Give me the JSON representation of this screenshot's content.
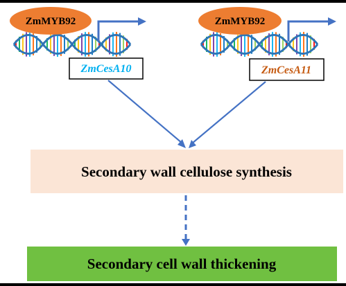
{
  "left_factor": {
    "label": "ZmMYB92",
    "color": "#ed7d31"
  },
  "right_factor": {
    "label": "ZmMYB92",
    "color": "#ed7d31"
  },
  "left_gene": {
    "label": "ZmCesA10",
    "color": "#00b0f0"
  },
  "right_gene": {
    "label": "ZmCesA11",
    "color": "#c55a11"
  },
  "arrow_color": "#4472c4",
  "synthesis_box": {
    "label": "Secondary wall cellulose synthesis",
    "fill": "#fbe5d6"
  },
  "thickening_box": {
    "label": "Secondary cell wall thickening",
    "fill": "#70c041"
  }
}
